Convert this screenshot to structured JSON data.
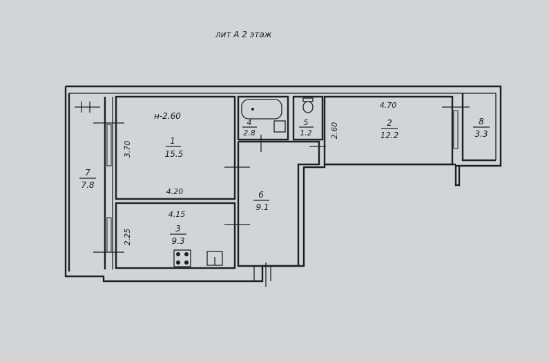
{
  "header": {
    "title": "лит А   2 этаж"
  },
  "ceiling": {
    "label": "н-2.60"
  },
  "rooms": [
    {
      "id": "1",
      "area": "15.5"
    },
    {
      "id": "2",
      "area": "12.2"
    },
    {
      "id": "3",
      "area": "9.3"
    },
    {
      "id": "4",
      "area": "2.8"
    },
    {
      "id": "5",
      "area": "1.2"
    },
    {
      "id": "6",
      "area": "9.1"
    },
    {
      "id": "7",
      "area": "7.8"
    },
    {
      "id": "8",
      "area": "3.3"
    }
  ],
  "dimensions": {
    "room1_height": "3.70",
    "room1_width": "4.20",
    "room3_width": "4.15",
    "room3_height": "2.25",
    "room2_width": "4.70",
    "room2_height": "2.60"
  },
  "colors": {
    "background": "#d2d4d6",
    "ink": "#1f1f1f"
  }
}
